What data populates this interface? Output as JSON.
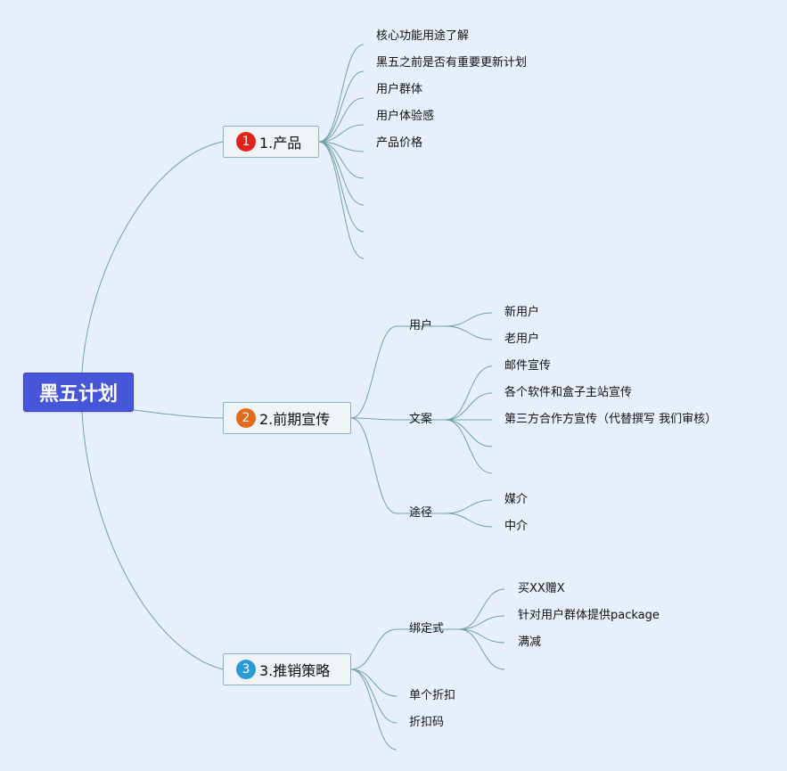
{
  "root": {
    "label": "黑五计划"
  },
  "branches": [
    {
      "label": "1.产品",
      "badge": {
        "number": "1",
        "color": "#e0231b"
      },
      "items": [
        "核心功能用途了解",
        "黑五之前是否有重要更新计划",
        "用户群体",
        "用户体验感",
        "产品价格"
      ]
    },
    {
      "label": "2.前期宣传",
      "badge": {
        "number": "2",
        "color": "#e36a1a"
      },
      "groups": [
        {
          "label": "用户",
          "items": [
            "新用户",
            "老用户"
          ]
        },
        {
          "label": "文案",
          "items": [
            "邮件宣传",
            "各个软件和盒子主站宣传",
            "第三方合作方宣传（代替撰写 我们审核）"
          ]
        },
        {
          "label": "途径",
          "items": [
            "媒介",
            "中介"
          ]
        }
      ]
    },
    {
      "label": "3.推销策略",
      "badge": {
        "number": "3",
        "color": "#2a9bd8"
      },
      "groups": [
        {
          "label": "绑定式",
          "items": [
            "买XX赠X",
            "针对用户群体提供package",
            "满减"
          ]
        },
        {
          "label": "单个折扣"
        },
        {
          "label": "折扣码"
        }
      ]
    }
  ],
  "colors": {
    "line": "#6fa3a0",
    "root_fill": "#4756d8"
  }
}
